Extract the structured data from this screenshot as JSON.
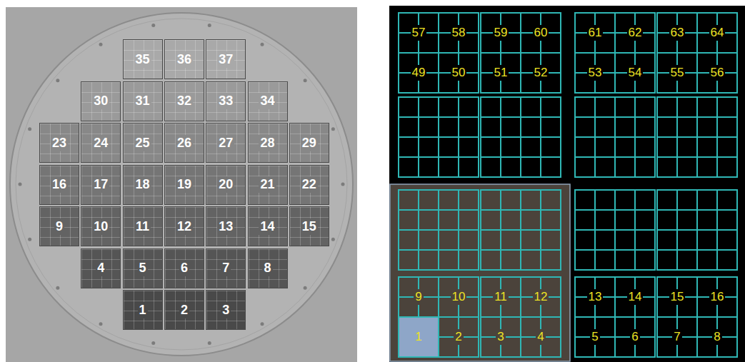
{
  "diagram": {
    "nodes": [
      {
        "text": [
          "35"
        ]
      },
      {
        "text": [
          "36"
        ]
      },
      {
        "text": [
          "37"
        ]
      },
      {
        "text": [
          "30"
        ]
      },
      {
        "text": [
          "31"
        ]
      },
      {
        "text": [
          "32"
        ]
      },
      {
        "text": [
          "33"
        ]
      },
      {
        "text": [
          "34"
        ]
      },
      {
        "text": [
          "23"
        ]
      },
      {
        "text": [
          "24"
        ]
      },
      {
        "text": [
          "25"
        ]
      },
      {
        "text": [
          "26"
        ]
      },
      {
        "text": [
          "27"
        ]
      },
      {
        "text": [
          "28"
        ]
      },
      {
        "text": [
          "29"
        ]
      },
      {
        "text": [
          "16"
        ]
      },
      {
        "text": [
          "17"
        ]
      },
      {
        "text": [
          "18"
        ]
      },
      {
        "text": [
          "19"
        ]
      },
      {
        "text": [
          "20"
        ]
      },
      {
        "text": [
          "21"
        ]
      },
      {
        "text": [
          "22"
        ]
      },
      {
        "text": [
          "9"
        ]
      },
      {
        "text": [
          "10"
        ]
      },
      {
        "text": [
          "11"
        ]
      },
      {
        "text": [
          "12"
        ]
      },
      {
        "text": [
          "13"
        ]
      },
      {
        "text": [
          "14"
        ]
      },
      {
        "text": [
          "15"
        ]
      },
      {
        "text": [
          "4"
        ]
      },
      {
        "text": [
          "5"
        ]
      },
      {
        "text": [
          "6"
        ]
      },
      {
        "text": [
          "7"
        ]
      },
      {
        "text": [
          "8"
        ]
      },
      {
        "text": [
          "1"
        ]
      },
      {
        "text": [
          "2"
        ]
      },
      {
        "text": [
          "3"
        ]
      },
      {
        "text": [
          "57"
        ]
      },
      {
        "text": [
          "58"
        ]
      },
      {
        "text": [
          "59"
        ]
      },
      {
        "text": [
          "60"
        ]
      },
      {
        "text": [
          "61"
        ]
      },
      {
        "text": [
          "62"
        ]
      },
      {
        "text": [
          "63"
        ]
      },
      {
        "text": [
          "64"
        ]
      },
      {
        "text": [
          "49"
        ]
      },
      {
        "text": [
          "50"
        ]
      },
      {
        "text": [
          "51"
        ]
      },
      {
        "text": [
          "52"
        ]
      },
      {
        "text": [
          "53"
        ]
      },
      {
        "text": [
          "54"
        ]
      },
      {
        "text": [
          "55"
        ]
      },
      {
        "text": [
          "56"
        ]
      },
      {
        "text": [
          "9"
        ]
      },
      {
        "text": [
          "10"
        ]
      },
      {
        "text": [
          "11"
        ]
      },
      {
        "text": [
          "12"
        ]
      },
      {
        "text": [
          "13"
        ]
      },
      {
        "text": [
          "14"
        ]
      },
      {
        "text": [
          "15"
        ]
      },
      {
        "text": [
          "16"
        ]
      },
      {
        "text": [
          "1"
        ]
      },
      {
        "text": [
          "2"
        ]
      },
      {
        "text": [
          "3"
        ]
      },
      {
        "text": [
          "4"
        ]
      },
      {
        "text": [
          "5"
        ]
      },
      {
        "text": [
          "6"
        ]
      },
      {
        "text": [
          "7"
        ]
      },
      {
        "text": [
          "8"
        ]
      }
    ]
  }
}
